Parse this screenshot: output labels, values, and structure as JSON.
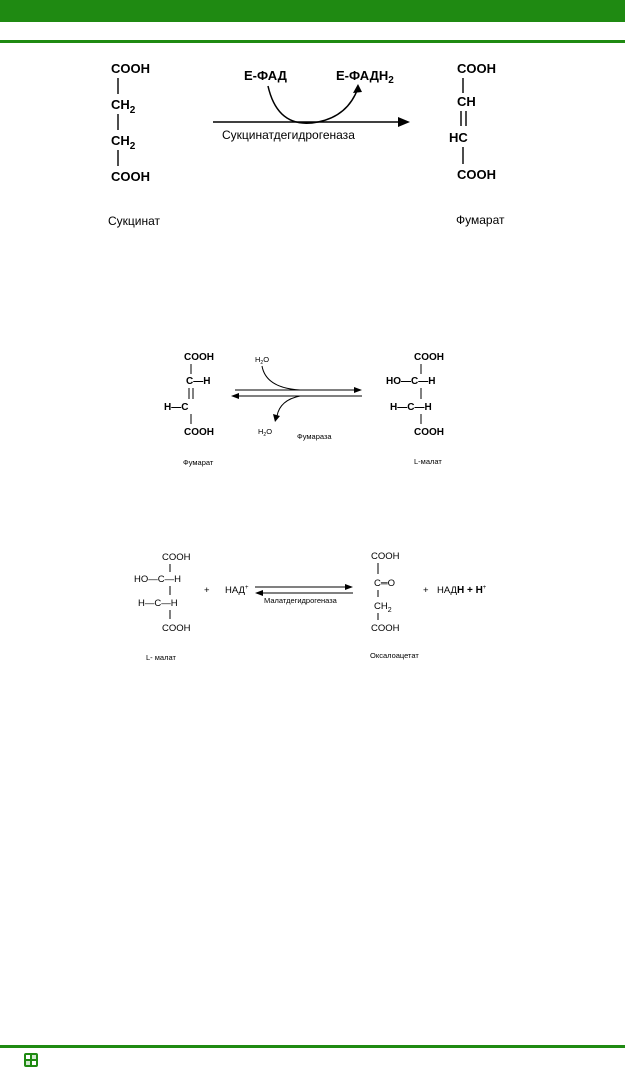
{
  "colors": {
    "accent": "#1f8a12"
  },
  "icons": {
    "footer_logo": "gerb-logo-icon"
  },
  "reaction1": {
    "substrate": {
      "top": "COOH",
      "mid1": "CH",
      "mid1_sub": "2",
      "mid2": "CH",
      "mid2_sub": "2",
      "bottom": "COOH",
      "caption": "Сукцинат"
    },
    "cofactor_in": "Е-ФАД",
    "cofactor_out": "Е-ФАД",
    "cofactor_out_bold": "Н",
    "cofactor_out_sub": "2",
    "enzyme": "Сукцинатдегидрогеназа",
    "product": {
      "top": "COOH",
      "mid1": "CH",
      "mid2": "HC",
      "bottom": "COOH",
      "caption": "Фумарат"
    }
  },
  "reaction2": {
    "substrate": {
      "top": "COOH",
      "row1": "C—H",
      "row2": "H—C",
      "bottom": "COOH",
      "caption": "Фумарат"
    },
    "water_in": "H",
    "water_in_sub": "2",
    "water_in_end": "O",
    "water_out": "H",
    "water_out_sub": "2",
    "water_out_end": "O",
    "enzyme": "Фумараза",
    "product": {
      "top": "COOH",
      "row1": "HO—C—H",
      "row2": "H—C—H",
      "bottom": "COOH",
      "caption": "L-малат"
    }
  },
  "reaction3": {
    "substrate": {
      "top": "COOH",
      "row1": "HO—C—H",
      "row2": "H—C—H",
      "bottom": "COOH",
      "caption": "L- малат"
    },
    "plus1": "+",
    "cofactor_in": "НАД",
    "cofactor_in_sup": "+",
    "enzyme": "Малатдегидрогеназа",
    "product": {
      "top": "COOH",
      "row1": "C═O",
      "row2": "CH",
      "row2_sub": "2",
      "bottom": "COOH",
      "caption": "Оксалоацетат"
    },
    "plus2": "+",
    "cofactor_out": "НАД",
    "cofactor_out_bold": "Н + Н",
    "cofactor_out_sup": "+"
  }
}
